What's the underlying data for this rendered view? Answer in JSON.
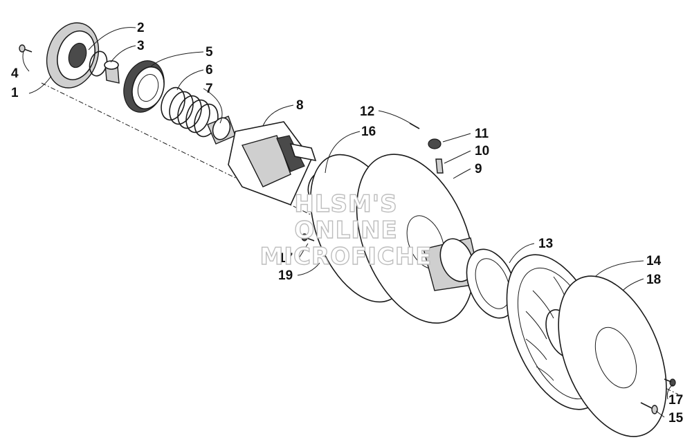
{
  "callouts": {
    "c1": "1",
    "c2": "2",
    "c3": "3",
    "c4": "4",
    "c5": "5",
    "c6": "6",
    "c7": "7",
    "c8": "8",
    "c9": "9",
    "c10": "10",
    "c11": "11",
    "c12": "12",
    "c13": "13",
    "c14": "14",
    "c15": "15",
    "c16": "16",
    "c17a": "17",
    "c17b": "17",
    "c18": "18",
    "c19": "19"
  },
  "watermark": {
    "line1": "HLSM'S",
    "line2": "ONLINE",
    "line3": "MICROFICHE"
  }
}
